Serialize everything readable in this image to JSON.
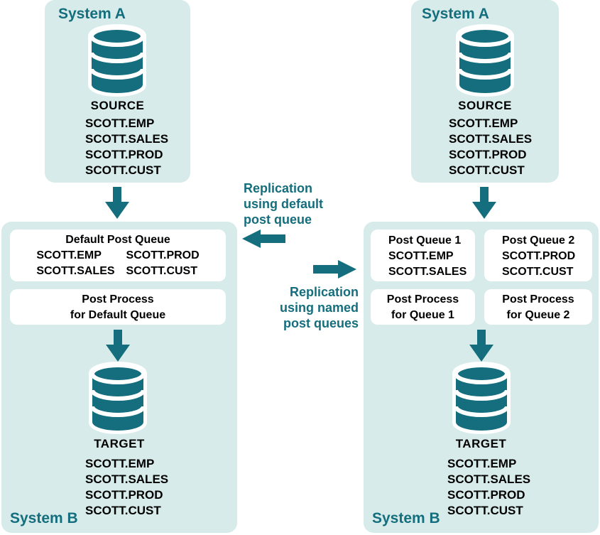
{
  "colors": {
    "teal": "#146e7d",
    "panel_bg": "#d7ecea",
    "box_bg": "#ffffff",
    "table_text": "#000000"
  },
  "panels": {
    "left_a": {
      "title": "System A",
      "db_label": "SOURCE",
      "tables": [
        "SCOTT.EMP",
        "SCOTT.SALES",
        "SCOTT.PROD",
        "SCOTT.CUST"
      ]
    },
    "left_b": {
      "title": "System B",
      "queue": {
        "title": "Default Post Queue",
        "col1": [
          "SCOTT.EMP",
          "SCOTT.SALES"
        ],
        "col2": [
          "SCOTT.PROD",
          "SCOTT.CUST"
        ]
      },
      "process": [
        "Post Process",
        "for Default Queue"
      ],
      "db_label": "TARGET",
      "tables": [
        "SCOTT.EMP",
        "SCOTT.SALES",
        "SCOTT.PROD",
        "SCOTT.CUST"
      ]
    },
    "right_a": {
      "title": "System A",
      "db_label": "SOURCE",
      "tables": [
        "SCOTT.EMP",
        "SCOTT.SALES",
        "SCOTT.PROD",
        "SCOTT.CUST"
      ]
    },
    "right_b": {
      "title": "System B",
      "queue1": {
        "title": "Post Queue 1",
        "tables": [
          "SCOTT.EMP",
          "SCOTT.SALES"
        ]
      },
      "queue2": {
        "title": "Post Queue 2",
        "tables": [
          "SCOTT.PROD",
          "SCOTT.CUST"
        ]
      },
      "process1": [
        "Post Process",
        "for Queue 1"
      ],
      "process2": [
        "Post Process",
        "for Queue 2"
      ],
      "db_label": "TARGET",
      "tables": [
        "SCOTT.EMP",
        "SCOTT.SALES",
        "SCOTT.PROD",
        "SCOTT.CUST"
      ]
    }
  },
  "middle": {
    "default_label": [
      "Replication",
      "using default",
      "post queue"
    ],
    "named_label": [
      "Replication",
      "using named",
      "post queues"
    ]
  }
}
